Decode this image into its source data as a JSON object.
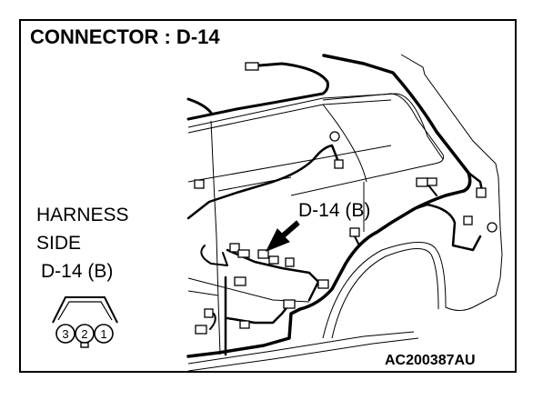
{
  "diagram": {
    "title": "CONNECTOR : D-14",
    "harness_label": {
      "line1": "HARNESS",
      "line2": "SIDE",
      "line3": "D-14 (B)"
    },
    "callout_label": "D-14 (B)",
    "figure_code": "AC200387AU",
    "connector": {
      "pins": [
        "3",
        "2",
        "1"
      ]
    },
    "colors": {
      "line": "#000000",
      "background": "#ffffff"
    }
  }
}
